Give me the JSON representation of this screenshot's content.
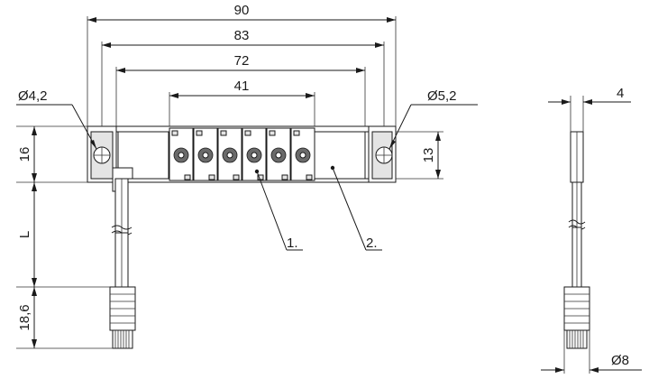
{
  "dimensions": {
    "overall_length": "90",
    "hole_pitch": "83",
    "body_length": "72",
    "module_section": "41",
    "mounting_hole_left": "Ø4,2",
    "mounting_hole_right": "Ø5,2",
    "height": "16",
    "body_height": "13",
    "cable_length": "L",
    "connector_length": "18,6",
    "side_thickness": "4",
    "connector_diameter": "Ø8"
  },
  "callouts": {
    "item_1": "1.",
    "item_2": "2."
  },
  "colors": {
    "line": "#1a1a1a",
    "shading": "#e4e4e4",
    "dark_fill": "#6a6a6a"
  }
}
